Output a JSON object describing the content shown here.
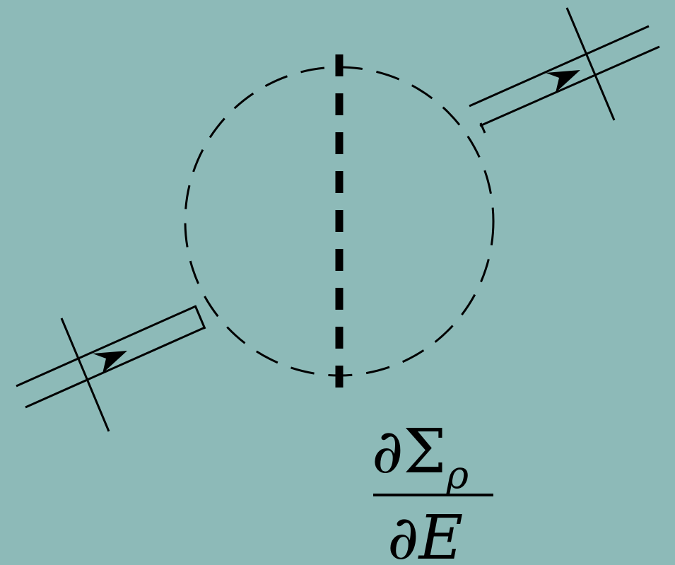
{
  "diagram": {
    "background_color": "#8dbab8",
    "line_color": "#000000",
    "cut_glow_color": "#ffffff",
    "formula": {
      "numerator_symbol": "∂Σ",
      "numerator_subscript": "ρ",
      "denominator": "∂E"
    },
    "icons": {
      "left_arrow": "arrowhead-icon",
      "right_arrow": "arrowhead-icon"
    }
  }
}
